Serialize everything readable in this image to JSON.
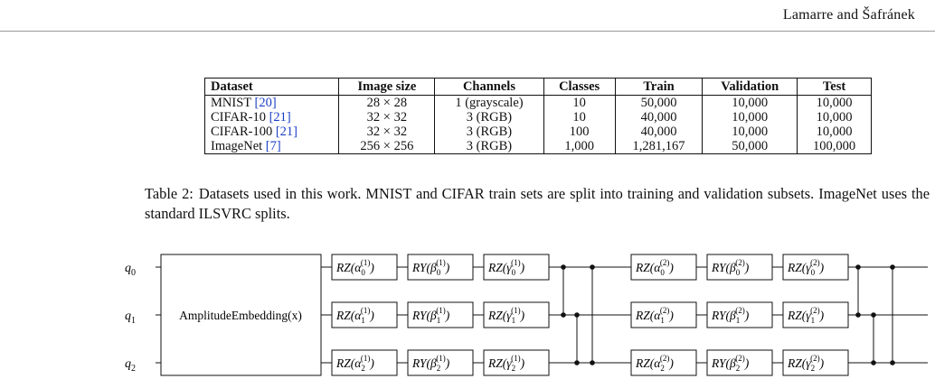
{
  "header": {
    "running_head": "Lamarre and Šafránek"
  },
  "table": {
    "columns": [
      "Dataset",
      "Image size",
      "Channels",
      "Classes",
      "Train",
      "Validation",
      "Test"
    ],
    "rows": [
      {
        "name": "MNIST",
        "ref": "[20]",
        "size": "28 × 28",
        "channels": "1 (grayscale)",
        "classes": "10",
        "train": "50,000",
        "validation": "10,000",
        "test": "10,000"
      },
      {
        "name": "CIFAR-10",
        "ref": "[21]",
        "size": "32 × 32",
        "channels": "3 (RGB)",
        "classes": "10",
        "train": "40,000",
        "validation": "10,000",
        "test": "10,000"
      },
      {
        "name": "CIFAR-100",
        "ref": "[21]",
        "size": "32 × 32",
        "channels": "3 (RGB)",
        "classes": "100",
        "train": "40,000",
        "validation": "10,000",
        "test": "10,000"
      },
      {
        "name": "ImageNet",
        "ref": "[7]",
        "size": "256 × 256",
        "channels": "3 (RGB)",
        "classes": "1,000",
        "train": "1,281,167",
        "validation": "50,000",
        "test": "100,000"
      }
    ]
  },
  "caption": {
    "label": "Table 2:",
    "text": "Datasets used in this work. MNIST and CIFAR train sets are split into training and validation subsets. ImageNet uses the standard ILSVRC splits."
  },
  "circuit": {
    "qubits": [
      {
        "sym": "q",
        "idx": "0"
      },
      {
        "sym": "q",
        "idx": "1"
      },
      {
        "sym": "q",
        "idx": "2"
      }
    ],
    "embedding_label": "AmplitudeEmbedding(x)",
    "layers": [
      {
        "rows": [
          [
            {
              "gate": "RZ",
              "param": "α",
              "sub": "0",
              "sup": "(1)"
            },
            {
              "gate": "RY",
              "param": "β",
              "sub": "0",
              "sup": "(1)"
            },
            {
              "gate": "RZ",
              "param": "γ",
              "sub": "0",
              "sup": "(1)"
            }
          ],
          [
            {
              "gate": "RZ",
              "param": "α",
              "sub": "1",
              "sup": "(1)"
            },
            {
              "gate": "RY",
              "param": "β",
              "sub": "1",
              "sup": "(1)"
            },
            {
              "gate": "RZ",
              "param": "γ",
              "sub": "1",
              "sup": "(1)"
            }
          ],
          [
            {
              "gate": "RZ",
              "param": "α",
              "sub": "2",
              "sup": "(1)"
            },
            {
              "gate": "RY",
              "param": "β",
              "sub": "2",
              "sup": "(1)"
            },
            {
              "gate": "RZ",
              "param": "γ",
              "sub": "2",
              "sup": "(1)"
            }
          ]
        ]
      },
      {
        "rows": [
          [
            {
              "gate": "RZ",
              "param": "α",
              "sub": "0",
              "sup": "(2)"
            },
            {
              "gate": "RY",
              "param": "β",
              "sub": "0",
              "sup": "(2)"
            },
            {
              "gate": "RZ",
              "param": "γ",
              "sub": "0",
              "sup": "(2)"
            }
          ],
          [
            {
              "gate": "RZ",
              "param": "α",
              "sub": "1",
              "sup": "(2)"
            },
            {
              "gate": "RY",
              "param": "β",
              "sub": "1",
              "sup": "(2)"
            },
            {
              "gate": "RZ",
              "param": "γ",
              "sub": "1",
              "sup": "(2)"
            }
          ],
          [
            {
              "gate": "RZ",
              "param": "α",
              "sub": "2",
              "sup": "(2)"
            },
            {
              "gate": "RY",
              "param": "β",
              "sub": "2",
              "sup": "(2)"
            },
            {
              "gate": "RZ",
              "param": "γ",
              "sub": "2",
              "sup": "(2)"
            }
          ]
        ]
      }
    ]
  }
}
